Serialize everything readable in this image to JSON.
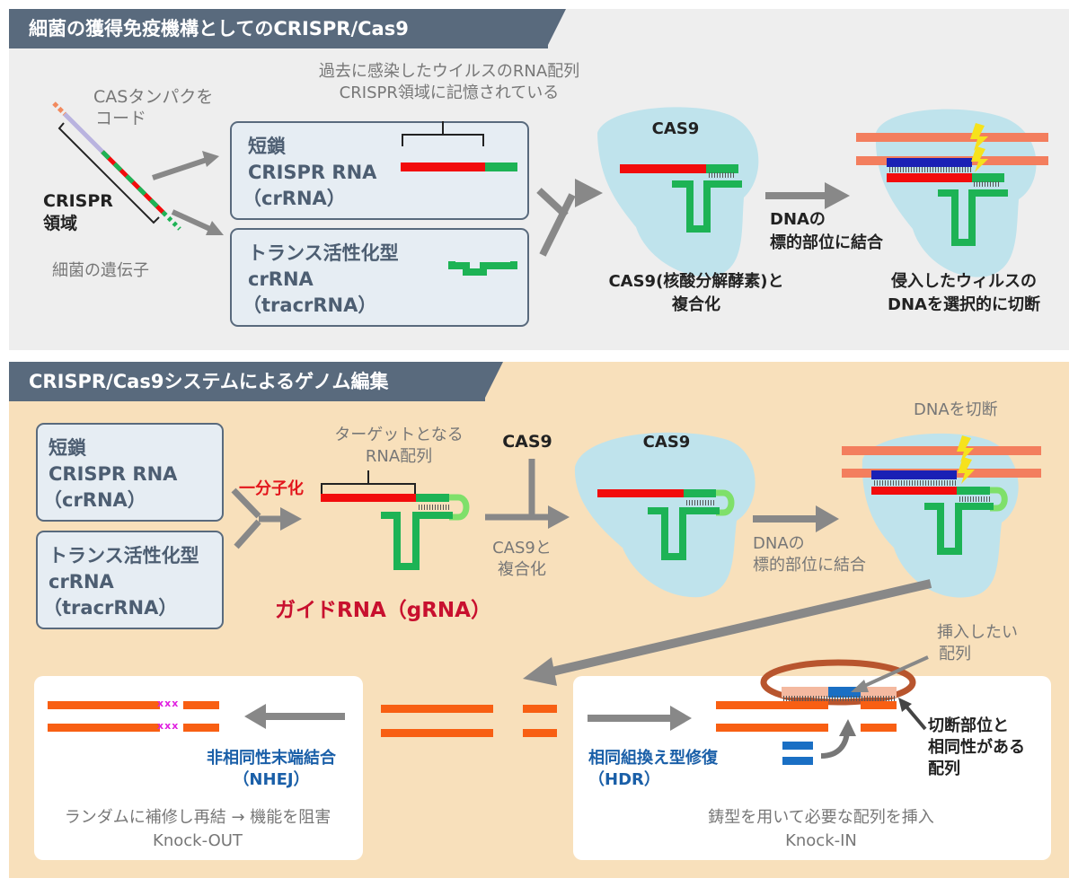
{
  "top": {
    "title": "細菌の獲得免疫機構としてのCRISPR/Cas9",
    "cas_gene": [
      "CASタンパクを",
      "コード"
    ],
    "crispr_region": [
      "CRISPR",
      "領域"
    ],
    "bacteria_gene": "細菌の遺伝子",
    "memory_note": [
      "過去に感染したウイルスのRNA配列",
      "CRISPR領域に記憶されている"
    ],
    "crrna_box": [
      "短鎖",
      "CRISPR RNA",
      "（crRNA）"
    ],
    "tracr_box": [
      "トランス活性化型",
      "crRNA",
      "（tracrRNA）"
    ],
    "cas9_label": "CAS9",
    "complex_caption": [
      "CAS9(核酸分解酵素)と",
      "複合化"
    ],
    "bind_caption": [
      "DNAの",
      "標的部位に結合"
    ],
    "cut_caption": [
      "侵入したウィルスの",
      "DNAを選択的に切断"
    ]
  },
  "bottom": {
    "title": "CRISPR/Cas9システムによるゲノム編集",
    "crrna_box": [
      "短鎖",
      "CRISPR RNA",
      "（crRNA）"
    ],
    "tracr_box": [
      "トランス活性化型",
      "crRNA",
      "（tracrRNA）"
    ],
    "single_molecule": "一分子化",
    "target_note": [
      "ターゲットとなる",
      "RNA配列"
    ],
    "cas9_top": "CAS9",
    "cas9_label": "CAS9",
    "complex_caption": [
      "CAS9と",
      "複合化"
    ],
    "bind_caption": [
      "DNAの",
      "標的部位に結合"
    ],
    "cut_caption": "DNAを切断",
    "guide_rna": "ガイドRNA（gRNA）",
    "nhej": {
      "title": [
        "非相同性末端結合",
        "（NHEJ）"
      ],
      "caption": [
        "ランダムに補修し再結 → 機能を阻害",
        "Knock-OUT"
      ],
      "mark": "xxx"
    },
    "hdr": {
      "title": [
        "相同組換え型修復",
        "（HDR）"
      ],
      "caption": [
        "鋳型を用いて必要な配列を挿入",
        "Knock-IN"
      ],
      "insert_note": [
        "挿入したい",
        "配列"
      ],
      "homology_note": [
        "切断部位と",
        "相同性がある",
        "配列"
      ]
    }
  },
  "colors": {
    "header_band": "#596a7d",
    "red": "#f20c0c",
    "green": "#1db355",
    "light_green": "#7fe06a",
    "orange": "#f85f13",
    "blue": "#1a20b5",
    "cas_blob": "#bfe3ec",
    "dark_red": "#c8102e",
    "nhej_blue": "#1a5fa8"
  }
}
